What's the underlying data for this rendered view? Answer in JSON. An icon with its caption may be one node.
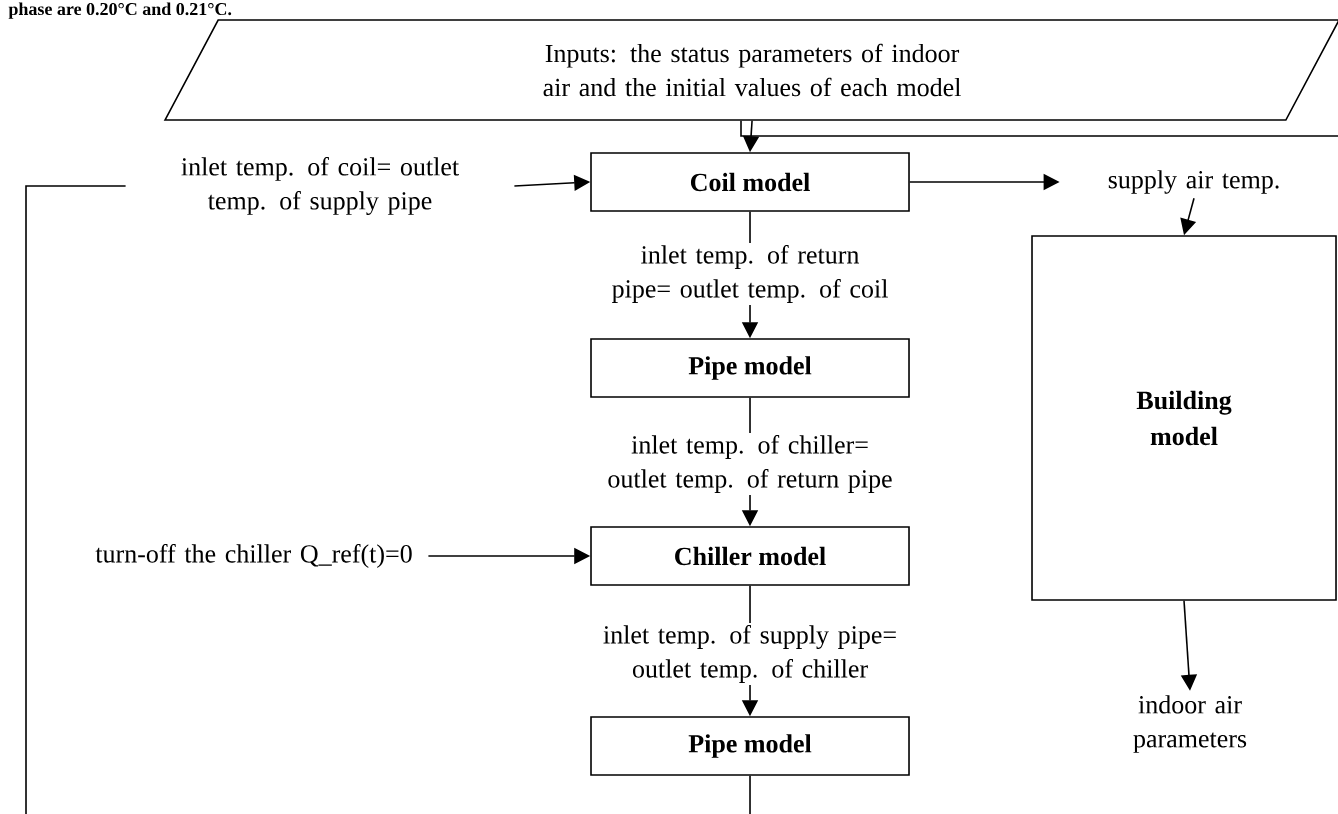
{
  "diagram": {
    "nodes": [
      {
        "text": [
          "Inputs: the status parameters of indoor air and the initial values of each model"
        ]
      },
      {
        "text": [
          "inlet temp. of coil= outlet temp. of supply pipe"
        ]
      },
      {
        "text": [
          "Coil model"
        ]
      },
      {
        "text": [
          "supply air temp."
        ]
      },
      {
        "text": [
          "Pipe model"
        ]
      },
      {
        "text": [
          "Building model"
        ]
      },
      {
        "text": [
          "Chiller model"
        ]
      },
      {
        "text": [
          "Pipe model"
        ]
      },
      {
        "text": [
          "turn-off the chiller Q_ref(t)=0"
        ]
      },
      {
        "text": [
          "indoor air parameters"
        ]
      }
    ],
    "edges": [
      {
        "from": 0,
        "to": 2,
        "arrow": "to"
      },
      {
        "from": 1,
        "to": 2,
        "arrow": "to"
      },
      {
        "from": 2,
        "to": 3,
        "arrow": "to"
      },
      {
        "from": 3,
        "to": 5,
        "arrow": "to"
      },
      {
        "from": 2,
        "to": 4,
        "arrow": "to",
        "label": "inlet temp. of return pipe= outlet temp. of coil"
      },
      {
        "from": 4,
        "to": 6,
        "arrow": "to",
        "label": "inlet temp. of chiller= outlet temp. of return pipe"
      },
      {
        "from": 6,
        "to": 7,
        "arrow": "to",
        "label": "inlet temp. of supply pipe= outlet temp. of chiller"
      },
      {
        "from": 8,
        "to": 6,
        "arrow": "to"
      },
      {
        "from": 5,
        "to": 9,
        "arrow": "to"
      },
      {
        "from": 0,
        "to": null,
        "arrow": "none"
      },
      {
        "from": 7,
        "to": null,
        "arrow": "none"
      },
      {
        "from": null,
        "to": 1,
        "arrow": "none"
      }
    ],
    "labels": [
      "phase are 0.20°C and 0.21°C."
    ]
  }
}
